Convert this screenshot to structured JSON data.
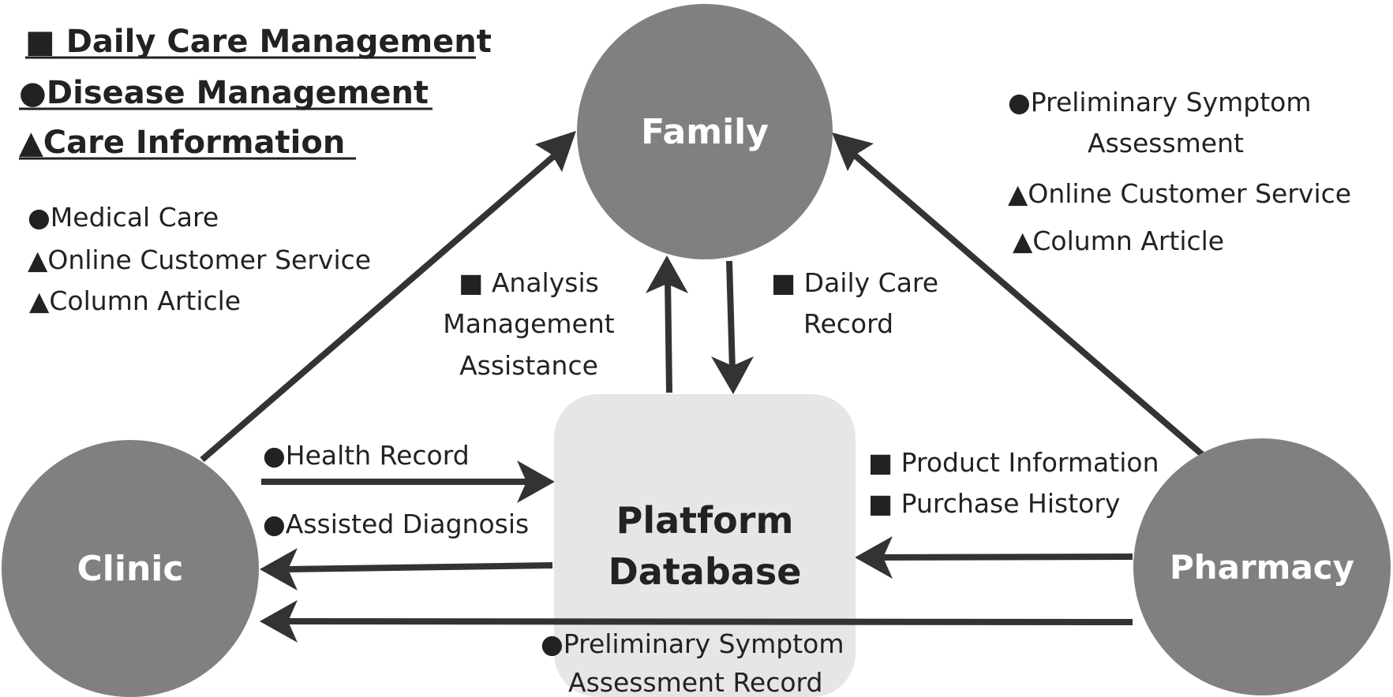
{
  "legend": {
    "daily_care": "■ Daily Care Management",
    "disease": "●Disease Management",
    "care_info": "▲Care Information"
  },
  "nodes": {
    "family": "Family",
    "clinic": "Clinic",
    "pharmacy": "Pharmacy",
    "database_line1": "Platform",
    "database_line2": "Database"
  },
  "edges": {
    "clinic_to_family": [
      "●Medical Care",
      "▲Online Customer Service",
      "▲Column Article"
    ],
    "pharmacy_to_family": [
      "●Preliminary Symptom",
      "Assessment",
      "▲Online Customer Service",
      "▲Column Article"
    ],
    "database_to_family": [
      "■ Analysis",
      "Management",
      "Assistance"
    ],
    "family_to_database": [
      "■ Daily Care",
      "Record"
    ],
    "clinic_to_database": "●Health Record",
    "database_to_clinic": "●Assisted Diagnosis",
    "pharmacy_to_database": [
      "■ Product Information",
      "■ Purchase History"
    ],
    "pharmacy_to_clinic": [
      "●Preliminary Symptom",
      "Assessment Record"
    ]
  },
  "colors": {
    "node_fill": "#808080",
    "database_fill": "#e6e6e6",
    "edge": "#333333",
    "text": "#222222"
  }
}
